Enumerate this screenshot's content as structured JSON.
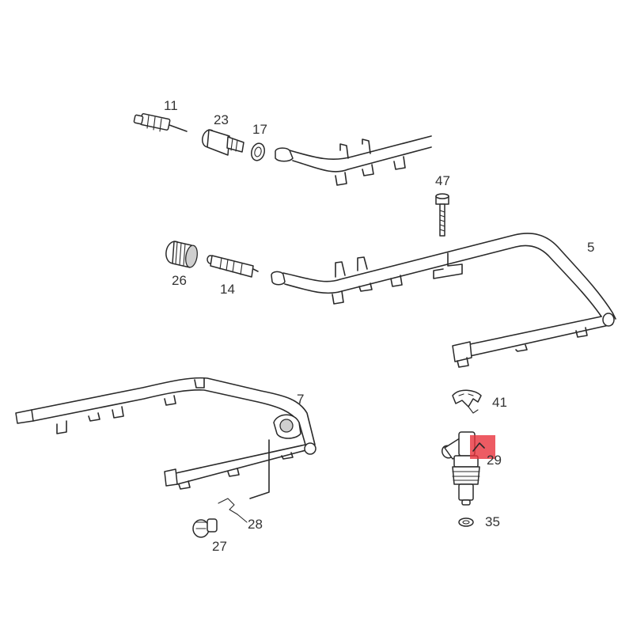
{
  "callouts": [
    {
      "id": "11",
      "text": "11"
    },
    {
      "id": "23",
      "text": "23"
    },
    {
      "id": "17",
      "text": "17"
    },
    {
      "id": "47",
      "text": "47"
    },
    {
      "id": "5",
      "text": "5"
    },
    {
      "id": "26",
      "text": "26"
    },
    {
      "id": "14",
      "text": "14"
    },
    {
      "id": "7",
      "text": "7"
    },
    {
      "id": "41",
      "text": "41"
    },
    {
      "id": "29",
      "text": "29"
    },
    {
      "id": "35",
      "text": "35"
    },
    {
      "id": "28",
      "text": "28"
    },
    {
      "id": "27",
      "text": "27"
    }
  ],
  "highlight": {
    "part": "29",
    "color": "#e8323c"
  },
  "colors": {
    "line": "#2a2a2a",
    "label": "#333333",
    "background": "#ffffff"
  }
}
